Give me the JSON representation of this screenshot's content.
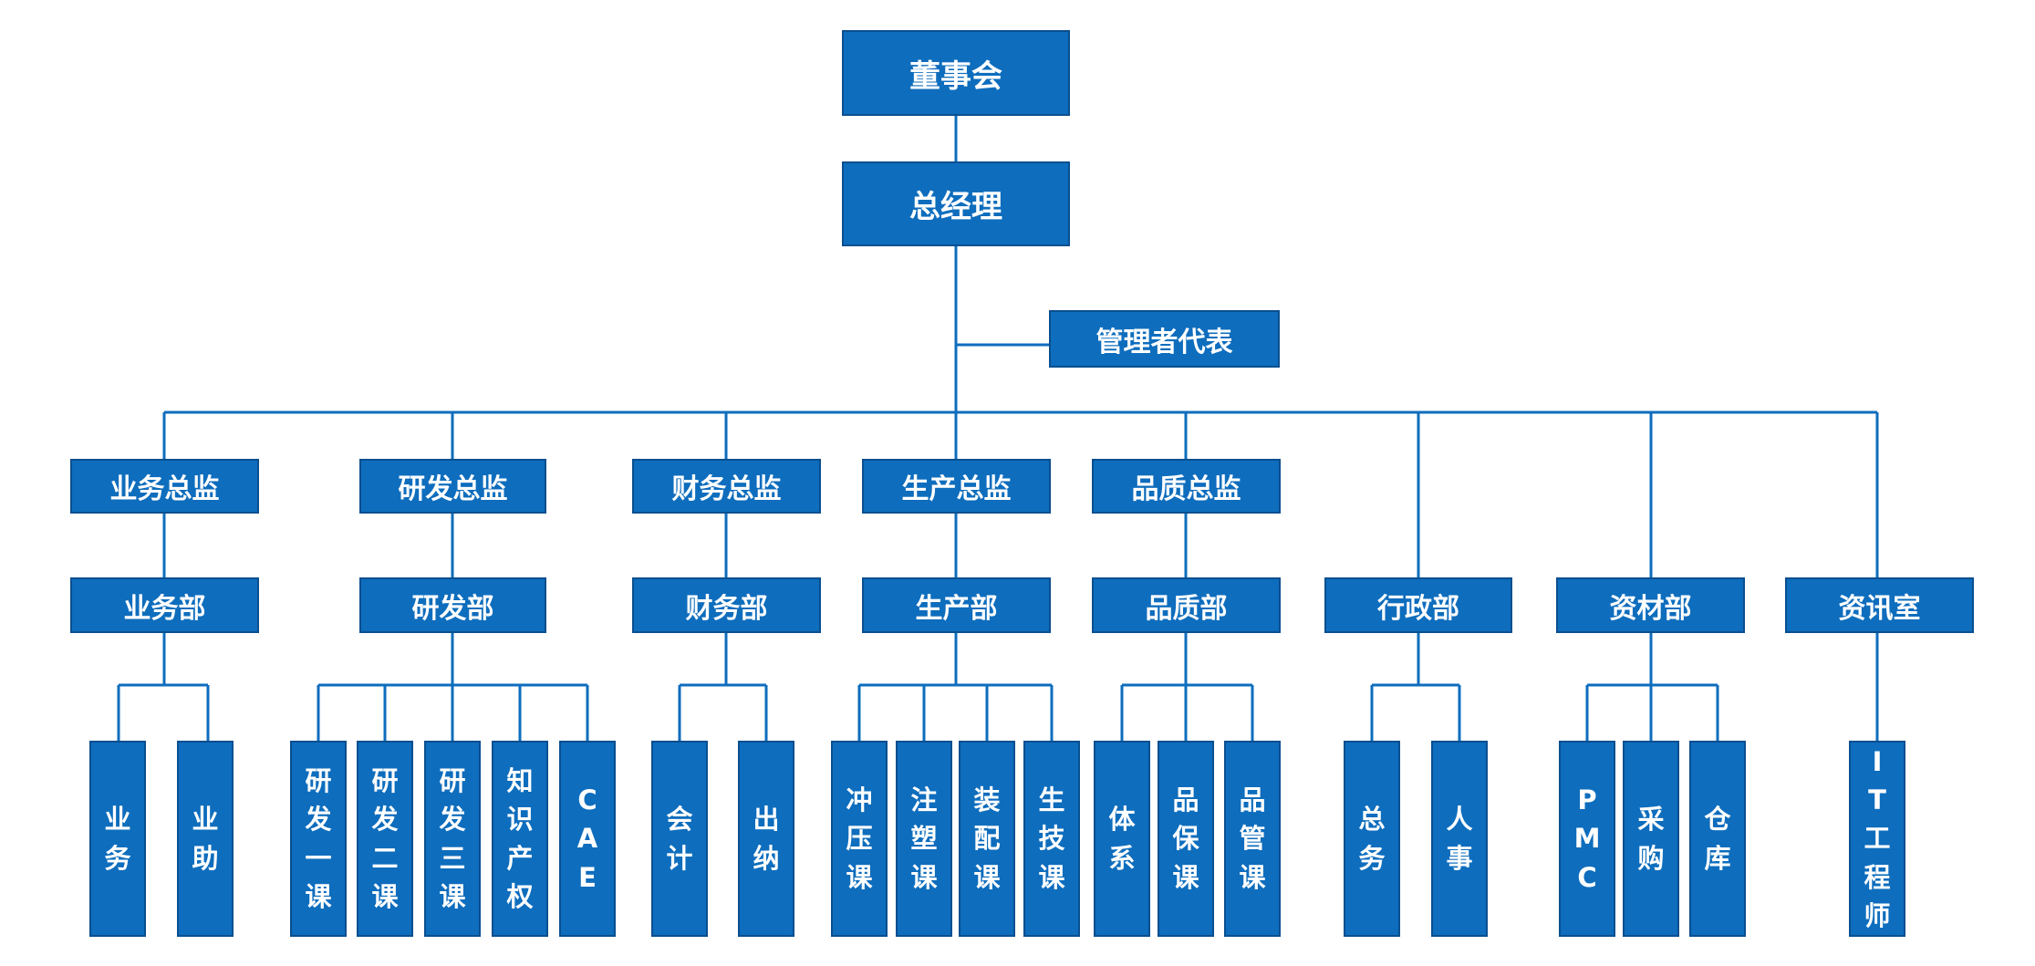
{
  "colors": {
    "box_fill": "#0e6dbd",
    "box_border": "#0a4f8f",
    "line": "#0e6dbd",
    "text": "#ffffff"
  },
  "org": {
    "board": "董事会",
    "gm": "总经理",
    "rep": "管理者代表",
    "directors": [
      "业务总监",
      "研发总监",
      "财务总监",
      "生产总监",
      "品质总监"
    ],
    "departments": [
      "业务部",
      "研发部",
      "财务部",
      "生产部",
      "品质部",
      "行政部",
      "资材部",
      "资讯室"
    ],
    "units": {
      "sales": [
        "业务",
        "业助"
      ],
      "rd": [
        "研发一课",
        "研发二课",
        "研发三课",
        "知识产权",
        "CAE"
      ],
      "finance": [
        "会计",
        "出纳"
      ],
      "production": [
        "冲压课",
        "注塑课",
        "装配课",
        "生技课"
      ],
      "quality": [
        "体系",
        "品保课",
        "品管课"
      ],
      "admin": [
        "总务",
        "人事"
      ],
      "materials": [
        "PMC",
        "采购",
        "仓库"
      ],
      "it": [
        "IT工程师"
      ]
    }
  }
}
